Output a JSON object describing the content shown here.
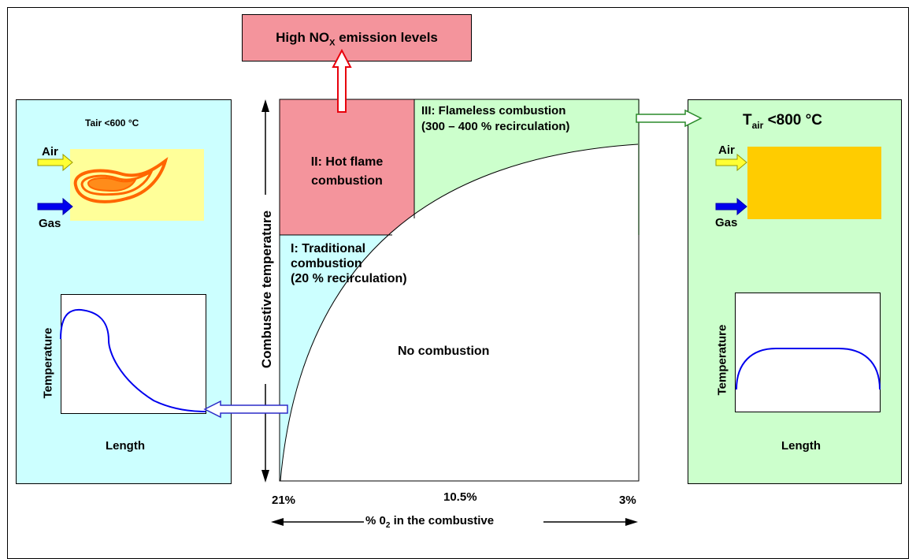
{
  "top_box": {
    "prefix": "High NO",
    "subscript": "X",
    "suffix": " emission levels"
  },
  "left_panel": {
    "title": "Tair <600 °C",
    "air_label": "Air",
    "gas_label": "Gas",
    "plot_ylabel": "Temperature",
    "plot_xlabel": "Length"
  },
  "right_panel": {
    "title_main": "T",
    "title_sub": "air",
    "title_rest": " <800 °C",
    "air_label": "Air",
    "gas_label": "Gas",
    "plot_ylabel": "Temperature",
    "plot_xlabel": "Length"
  },
  "center": {
    "y_axis_label": "Combustive temperature",
    "x_axis_label_pre": "% 0",
    "x_axis_label_sub": "2",
    "x_axis_label_post": " in the combustive",
    "x_ticks": [
      "21%",
      "10.5%",
      "3%"
    ],
    "regions": {
      "traditional": [
        "I: Traditional",
        "combustion",
        "(20 % recirculation)"
      ],
      "hot_flame": [
        "II: Hot flame",
        "combustion"
      ],
      "flameless": [
        "III: Flameless combustion",
        "(300 – 400 % recirculation)"
      ],
      "none": "No combustion"
    }
  },
  "colors": {
    "cyan_panel": "#ccffff",
    "green_panel": "#ccffcc",
    "red_box": "#f4949c",
    "yellow_zone": "#ffff99",
    "orange_zone": "#ffcc00",
    "flame_orange": "#ff6600",
    "blue_line": "#0000ee"
  }
}
